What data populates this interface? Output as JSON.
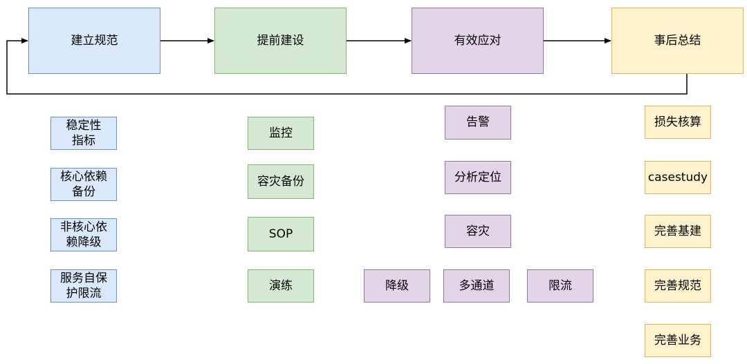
{
  "colors": {
    "blue_fill": "#dae8fc",
    "blue_stroke": "#6c8ebf",
    "green_fill": "#d5e8d4",
    "green_stroke": "#82b366",
    "purple_fill": "#e1d5e7",
    "purple_stroke": "#9673a6",
    "yellow_fill": "#fff2cc",
    "yellow_stroke": "#d6b656",
    "arrow": "#000000"
  },
  "stages": [
    {
      "label": "建立规范"
    },
    {
      "label": "提前建设"
    },
    {
      "label": "有效应对"
    },
    {
      "label": "事后总结"
    }
  ],
  "groups": {
    "standards": [
      "稳定性\n指标",
      "核心依赖\n备份",
      "非核心依\n赖降级",
      "服务自保\n护限流"
    ],
    "construction": [
      "监控",
      "容灾备份",
      "SOP",
      "演练"
    ],
    "response": [
      "告警",
      "分析定位",
      "容灾",
      "降级",
      "多通道",
      "限流"
    ],
    "review": [
      "损失核算",
      "casestudy",
      "完善基建",
      "完善规范",
      "完善业务"
    ]
  }
}
